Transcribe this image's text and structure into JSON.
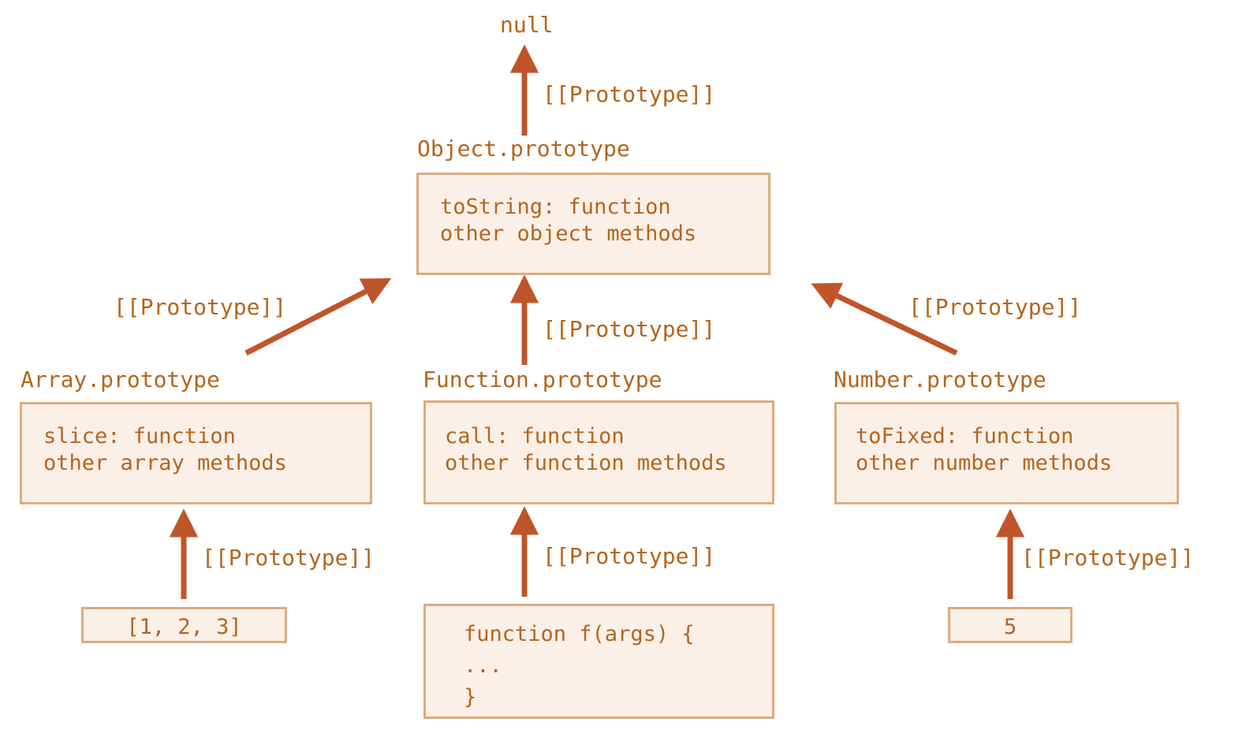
{
  "diagram": {
    "title": "JavaScript prototype chain diagram",
    "colors": {
      "arrow": "#c0552a",
      "box_border": "#ddab7e",
      "box_fill": "#faf0e8",
      "text": "#b5651d",
      "background": "#ffffff"
    },
    "root": {
      "label": "null"
    },
    "edge_label": "[[Prototype]]",
    "edge_labels": {
      "object_to_null": "[[Prototype]]",
      "array_to_object": "[[Prototype]]",
      "function_to_object": "[[Prototype]]",
      "number_to_object": "[[Prototype]]",
      "array_instance_to_array": "[[Prototype]]",
      "function_instance_to_function": "[[Prototype]]",
      "number_instance_to_number": "[[Prototype]]"
    },
    "nodes": {
      "object_prototype": {
        "caption": "Object.prototype",
        "lines": "toString: function\nother object methods"
      },
      "array_prototype": {
        "caption": "Array.prototype",
        "lines": "slice: function\nother array methods"
      },
      "function_prototype": {
        "caption": "Function.prototype",
        "lines": "call: function\nother function methods"
      },
      "number_prototype": {
        "caption": "Number.prototype",
        "lines": "toFixed: function\nother number methods"
      },
      "array_instance": {
        "lines": "[1, 2, 3]"
      },
      "function_instance": {
        "lines": "function f(args) {\n...\n}"
      },
      "number_instance": {
        "lines": "5"
      }
    }
  }
}
